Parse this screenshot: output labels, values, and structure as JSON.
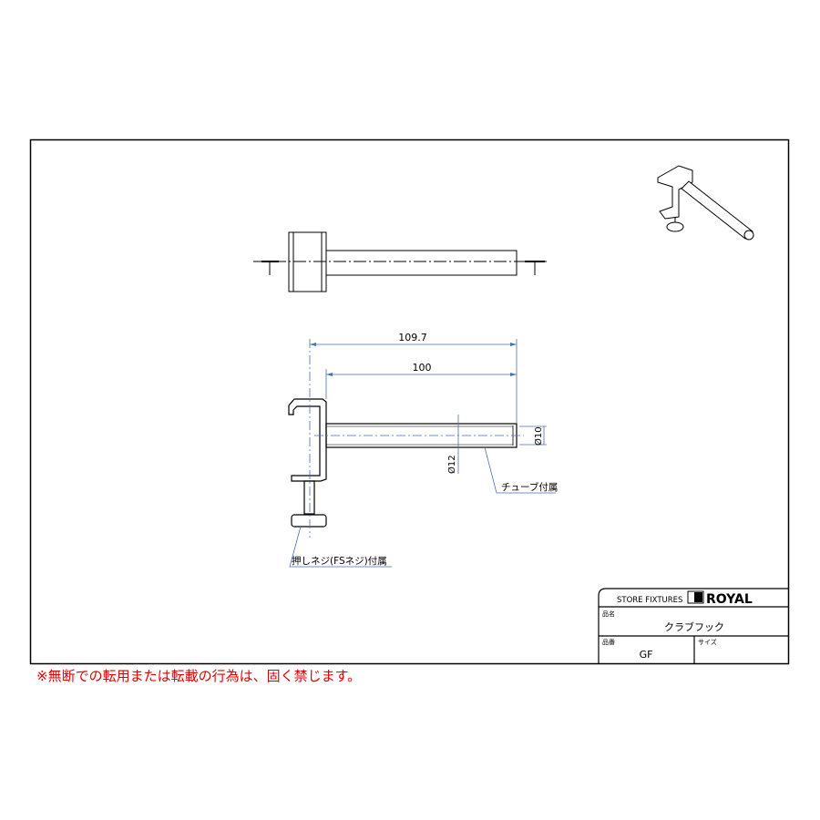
{
  "drawing": {
    "dimensions": {
      "overall_length": "109.7",
      "tube_length": "100",
      "inner_diameter": "Ø10",
      "outer_diameter": "Ø12"
    },
    "notes": {
      "tube": "チューブ付属",
      "screw": "押しネジ(FSネジ)付属"
    }
  },
  "title_block": {
    "company_label": "STORE FIXTURES",
    "brand": "ROYAL",
    "product_name_label": "品名",
    "product_name": "クラブフック",
    "product_code_label": "品番",
    "product_code": "GF",
    "size_label": "サイズ",
    "size": ""
  },
  "copyright_notice": "※無断での転用または転載の行為は、固く禁じます。",
  "colors": {
    "line": "#000000",
    "dimension": "#4a6fb5",
    "notice": "#e00000"
  }
}
